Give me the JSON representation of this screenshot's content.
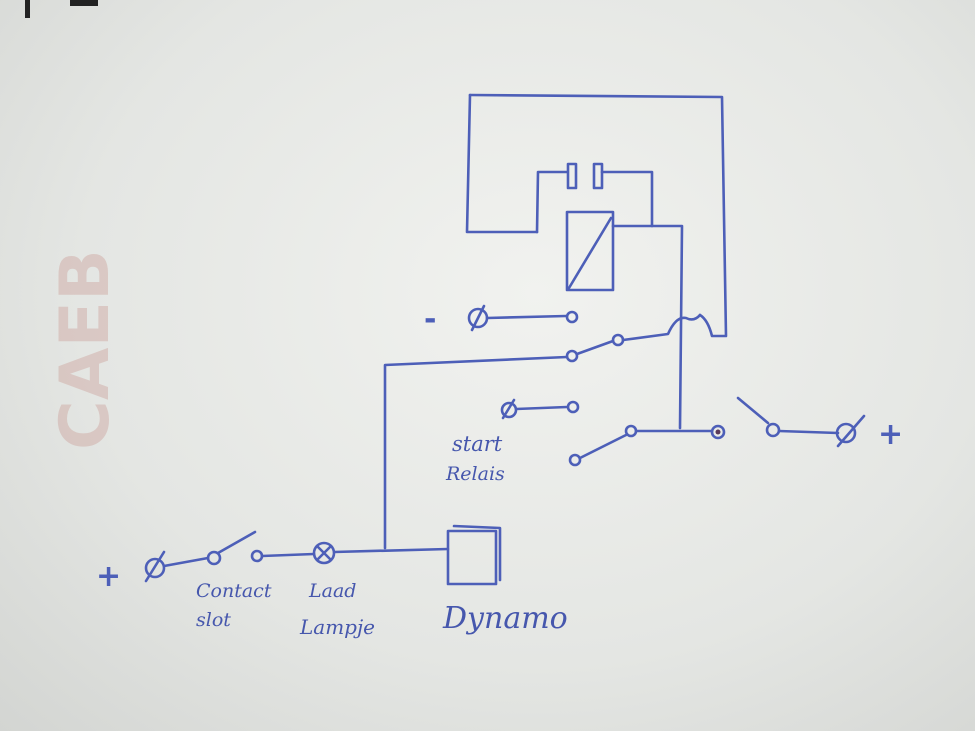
{
  "labels": {
    "plus_left": "+",
    "minus": "-",
    "plus_right": "+",
    "contact_line1": "Contact",
    "contact_line2": "slot",
    "lamp_line1": "Laad",
    "lamp_line2": "Lampje",
    "dynamo": "Dynamo",
    "relay_line1": "start",
    "relay_line2": "Relais"
  },
  "watermark": "CAEB",
  "colors": {
    "ink": "#4d5fb8",
    "paper": "#eceeeb",
    "watermark": "#c7928b"
  }
}
